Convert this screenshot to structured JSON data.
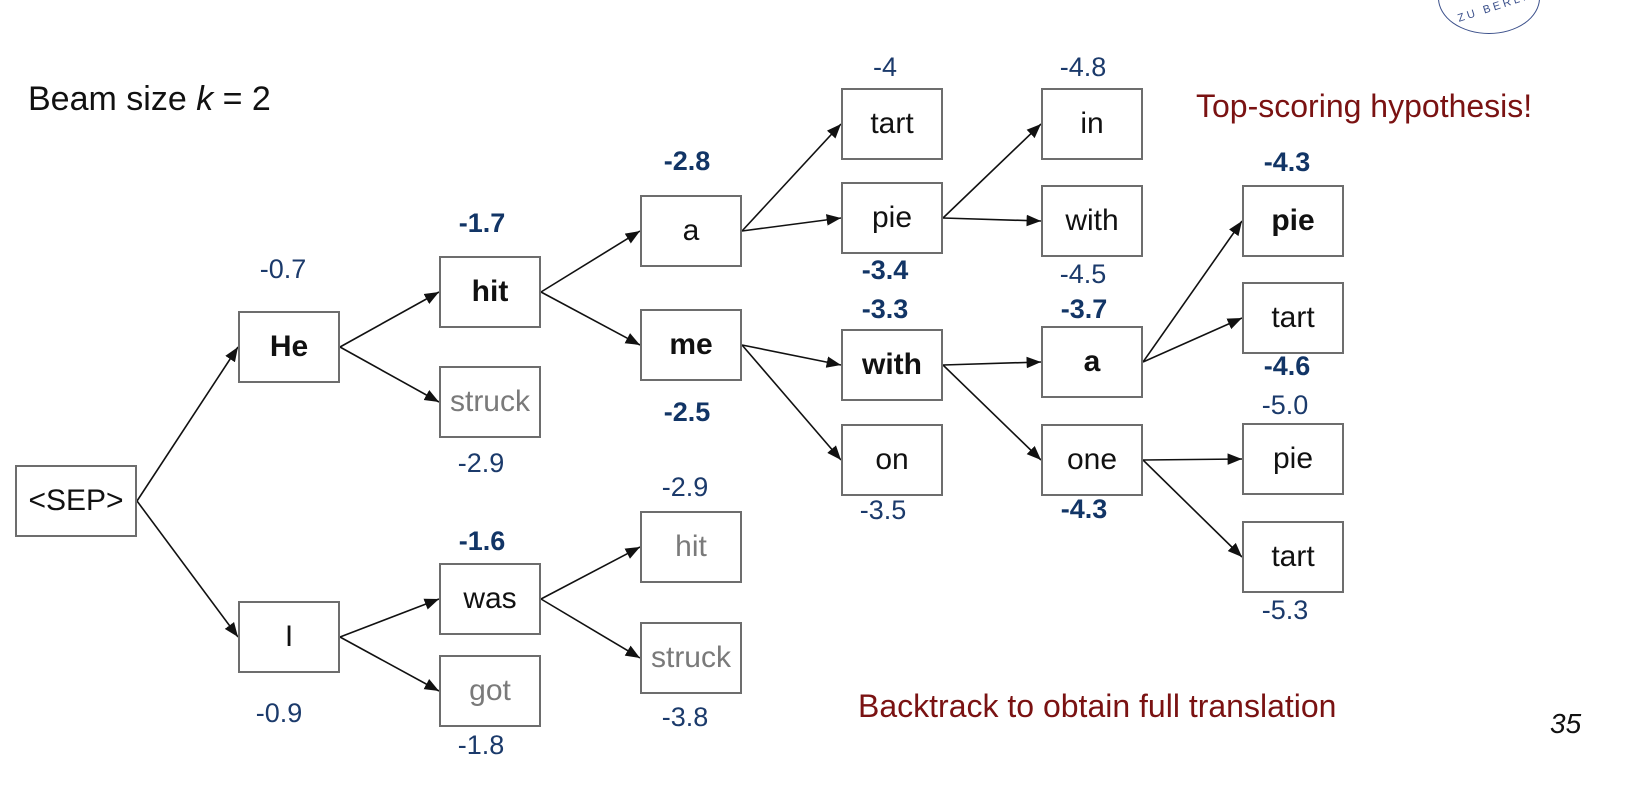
{
  "title": {
    "prefix": "Beam size ",
    "var": "k",
    "suffix": " = 2"
  },
  "notes": {
    "top": "Top-scoring hypothesis!",
    "bottom": "Backtrack to obtain full translation"
  },
  "page_number": "35",
  "seal_text": "ZU BERLIN",
  "nodes": [
    {
      "id": "sep",
      "label": "<SEP>",
      "style": "normal"
    },
    {
      "id": "he",
      "label": "He",
      "style": "bold"
    },
    {
      "id": "i",
      "label": "I",
      "style": "normal"
    },
    {
      "id": "hit1",
      "label": "hit",
      "style": "bold"
    },
    {
      "id": "struck1",
      "label": "struck",
      "style": "grey"
    },
    {
      "id": "was",
      "label": "was",
      "style": "normal"
    },
    {
      "id": "got",
      "label": "got",
      "style": "grey"
    },
    {
      "id": "a1",
      "label": "a",
      "style": "normal"
    },
    {
      "id": "me",
      "label": "me",
      "style": "bold"
    },
    {
      "id": "hit2",
      "label": "hit",
      "style": "grey"
    },
    {
      "id": "struck2",
      "label": "struck",
      "style": "grey"
    },
    {
      "id": "tart1",
      "label": "tart",
      "style": "normal"
    },
    {
      "id": "pie1",
      "label": "pie",
      "style": "normal"
    },
    {
      "id": "with1",
      "label": "with",
      "style": "bold"
    },
    {
      "id": "on",
      "label": "on",
      "style": "normal"
    },
    {
      "id": "in",
      "label": "in",
      "style": "normal"
    },
    {
      "id": "with2",
      "label": "with",
      "style": "normal"
    },
    {
      "id": "a2",
      "label": "a",
      "style": "bold"
    },
    {
      "id": "one",
      "label": "one",
      "style": "normal"
    },
    {
      "id": "pie2",
      "label": "pie",
      "style": "bold"
    },
    {
      "id": "tart2",
      "label": "tart",
      "style": "normal"
    },
    {
      "id": "pie3",
      "label": "pie",
      "style": "normal"
    },
    {
      "id": "tart3",
      "label": "tart",
      "style": "normal"
    }
  ],
  "scores": [
    {
      "node": "he",
      "value": "-0.7",
      "bold": false
    },
    {
      "node": "i",
      "value": "-0.9",
      "bold": false
    },
    {
      "node": "hit1",
      "value": "-1.7",
      "bold": true
    },
    {
      "node": "struck1",
      "value": "-2.9",
      "bold": false
    },
    {
      "node": "was",
      "value": "-1.6",
      "bold": true
    },
    {
      "node": "got",
      "value": "-1.8",
      "bold": false
    },
    {
      "node": "a1",
      "value": "-2.8",
      "bold": true
    },
    {
      "node": "me",
      "value": "-2.5",
      "bold": true
    },
    {
      "node": "hit2",
      "value": "-2.9",
      "bold": false
    },
    {
      "node": "struck2",
      "value": "-3.8",
      "bold": false
    },
    {
      "node": "tart1",
      "value": "-4",
      "bold": false
    },
    {
      "node": "pie1",
      "value": "-3.4",
      "bold": true
    },
    {
      "node": "with1",
      "value": "-3.3",
      "bold": true
    },
    {
      "node": "on",
      "value": "-3.5",
      "bold": false
    },
    {
      "node": "in",
      "value": "-4.8",
      "bold": false
    },
    {
      "node": "with2",
      "value": "-4.5",
      "bold": false
    },
    {
      "node": "a2",
      "value": "-3.7",
      "bold": true
    },
    {
      "node": "one",
      "value": "-4.3",
      "bold": true
    },
    {
      "node": "pie2",
      "value": "-4.3",
      "bold": true
    },
    {
      "node": "tart2",
      "value": "-4.6",
      "bold": true
    },
    {
      "node": "pie3",
      "value": "-5.0",
      "bold": false
    },
    {
      "node": "tart3",
      "value": "-5.3",
      "bold": false
    }
  ],
  "edges": [
    [
      "sep",
      "he"
    ],
    [
      "sep",
      "i"
    ],
    [
      "he",
      "hit1"
    ],
    [
      "he",
      "struck1"
    ],
    [
      "i",
      "was"
    ],
    [
      "i",
      "got"
    ],
    [
      "hit1",
      "a1"
    ],
    [
      "hit1",
      "me"
    ],
    [
      "was",
      "hit2"
    ],
    [
      "was",
      "struck2"
    ],
    [
      "a1",
      "tart1"
    ],
    [
      "a1",
      "pie1"
    ],
    [
      "me",
      "with1"
    ],
    [
      "me",
      "on"
    ],
    [
      "pie1",
      "in"
    ],
    [
      "pie1",
      "with2"
    ],
    [
      "with1",
      "a2"
    ],
    [
      "with1",
      "one"
    ],
    [
      "a2",
      "pie2"
    ],
    [
      "a2",
      "tart2"
    ],
    [
      "one",
      "pie3"
    ],
    [
      "one",
      "tart3"
    ]
  ]
}
